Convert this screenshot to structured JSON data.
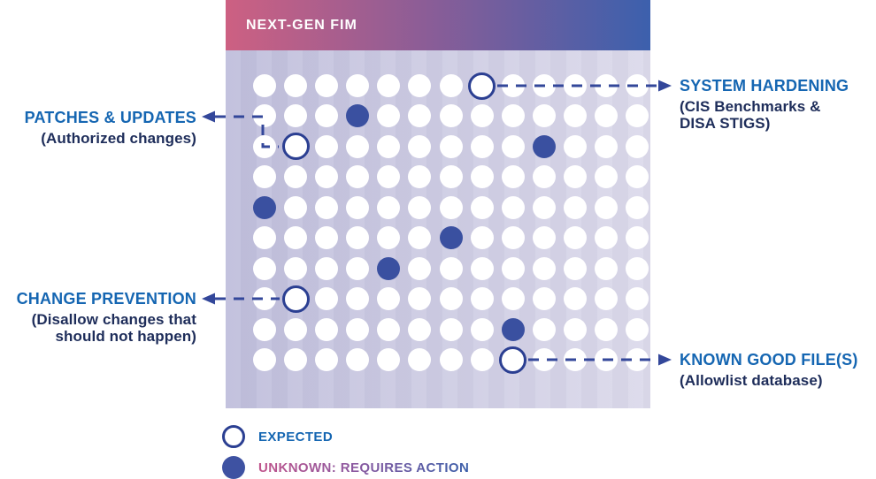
{
  "panel": {
    "title": "NEXT-GEN FIM",
    "header_gradient": [
      "#cd6082",
      "#8a5d97",
      "#3c60ad"
    ],
    "body_gradient": [
      "#c0bfdc",
      "#dcdaeb"
    ]
  },
  "grid": {
    "rows": 10,
    "cols": 13,
    "dot_color": "#ffffff",
    "unknown_color": "#3a50a0",
    "highlight_ring_color": "#2b3f92",
    "unknown_dots": [
      {
        "row": 2,
        "col": 4
      },
      {
        "row": 3,
        "col": 10
      },
      {
        "row": 5,
        "col": 1
      },
      {
        "row": 6,
        "col": 7
      },
      {
        "row": 7,
        "col": 5
      },
      {
        "row": 9,
        "col": 9
      }
    ],
    "expected_highlights": [
      {
        "row": 1,
        "col": 8
      },
      {
        "row": 3,
        "col": 2
      },
      {
        "row": 8,
        "col": 2
      },
      {
        "row": 10,
        "col": 9
      }
    ]
  },
  "callouts": [
    {
      "id": "system-hardening",
      "heading": "SYSTEM HARDENING",
      "sub": [
        "(CIS Benchmarks &",
        "DISA STIGS)"
      ]
    },
    {
      "id": "patches-updates",
      "heading": "PATCHES & UPDATES",
      "sub": [
        "(Authorized changes)"
      ]
    },
    {
      "id": "change-prevention",
      "heading": "CHANGE PREVENTION",
      "sub": [
        "(Disallow changes that",
        "should not happen)"
      ]
    },
    {
      "id": "known-good-files",
      "heading": "KNOWN GOOD FILE(S)",
      "sub": [
        "(Allowlist database)"
      ]
    }
  ],
  "legend": [
    {
      "type": "expected",
      "label": "EXPECTED"
    },
    {
      "type": "unknown",
      "label": "UNKNOWN: REQUIRES ACTION"
    }
  ],
  "colors": {
    "heading_blue": "#1566b2",
    "subtext_navy": "#1e2d5a",
    "connector": "#33479a",
    "legend_gradient": [
      "#c0548c",
      "#3b5fa9"
    ]
  }
}
